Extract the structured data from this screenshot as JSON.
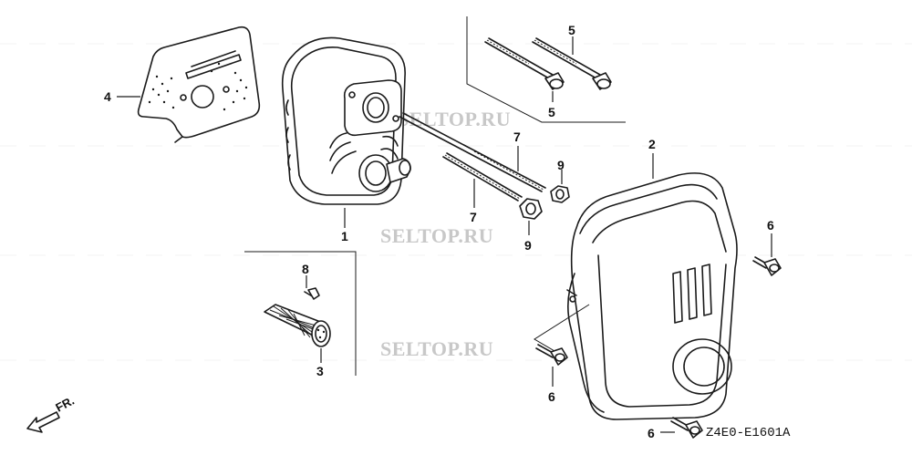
{
  "diagram": {
    "callouts": [
      {
        "id": "c1",
        "label": "1"
      },
      {
        "id": "c2",
        "label": "2"
      },
      {
        "id": "c3",
        "label": "3"
      },
      {
        "id": "c4",
        "label": "4"
      },
      {
        "id": "c5a",
        "label": "5"
      },
      {
        "id": "c5b",
        "label": "5"
      },
      {
        "id": "c6a",
        "label": "6"
      },
      {
        "id": "c6b",
        "label": "6"
      },
      {
        "id": "c6c",
        "label": "6"
      },
      {
        "id": "c7a",
        "label": "7"
      },
      {
        "id": "c7b",
        "label": "7"
      },
      {
        "id": "c8",
        "label": "8"
      },
      {
        "id": "c9a",
        "label": "9"
      },
      {
        "id": "c9b",
        "label": "9"
      }
    ],
    "watermark": "SELTOP.RU",
    "diagram_code": "Z4E0-E1601A",
    "front_indicator": "FR."
  }
}
